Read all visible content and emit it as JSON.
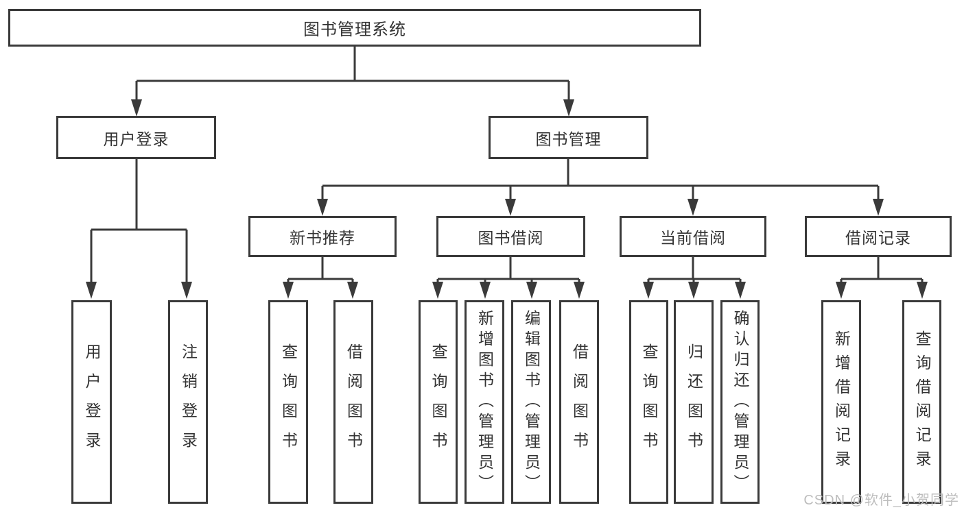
{
  "diagram_title": "图书管理系统",
  "nodes": {
    "root": "图书管理系统",
    "user_login": "用户登录",
    "book_management": "图书管理",
    "new_book_recommend": "新书推荐",
    "book_borrowing": "图书借阅",
    "current_borrowing": "当前借阅",
    "borrowing_records": "借阅记录",
    "leaf_user_login": "用户登录",
    "leaf_logout": "注销登录",
    "leaf_query_book_recommend": "查询图书",
    "leaf_borrow_book_recommend": "借阅图书",
    "leaf_query_book_borrowing": "查询图书",
    "leaf_add_book_admin": "新增图书（管理员）",
    "leaf_edit_book_admin": "编辑图书（管理员）",
    "leaf_borrow_book_borrowing": "借阅图书",
    "leaf_query_book_current": "查询图书",
    "leaf_return_book": "归还图书",
    "leaf_confirm_return_admin": "确认归还（管理员）",
    "leaf_add_borrow_record": "新增借阅记录",
    "leaf_query_borrow_record": "查询借阅记录"
  },
  "watermark": "CSDN @软件_小贺同学",
  "colors": {
    "line": "#3a3a3a",
    "text": "#333333",
    "watermark": "#bdbdbd",
    "background": "#ffffff"
  }
}
